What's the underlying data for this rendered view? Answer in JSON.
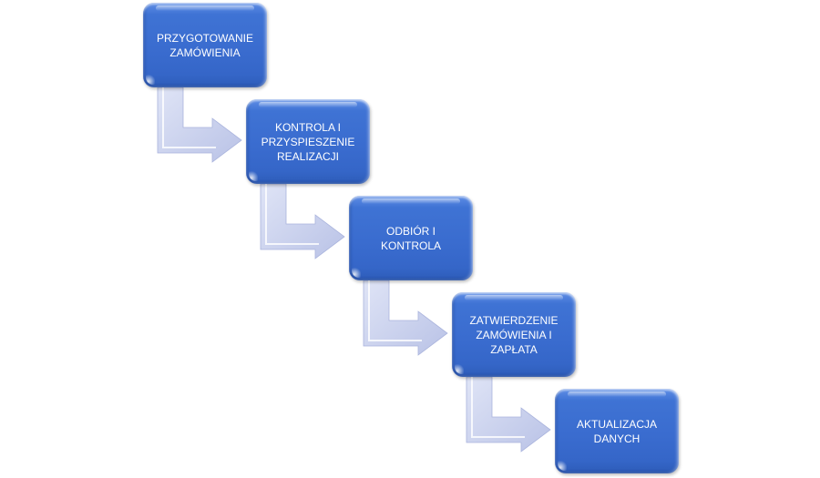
{
  "diagram": {
    "type": "staircase-process-flow",
    "colors": {
      "box": "#3a6ccf",
      "box_text": "#ffffff",
      "arrow": "#c9d0ec"
    },
    "steps": [
      {
        "label": "PRZYGOTOWANIE\nZAMÓWIENIA"
      },
      {
        "label": "KONTROLA I\nPRZYSPIESZENIE\nREALIZACJI"
      },
      {
        "label": "ODBIÓR I\nKONTROLA"
      },
      {
        "label": "ZATWIERDZENIE\nZAMÓWIENIA I\nZAPŁATA"
      },
      {
        "label": "AKTUALIZACJA\nDANYCH"
      }
    ],
    "connectors": [
      {
        "from": 0,
        "to": 1,
        "icon": "bent-arrow-right-icon"
      },
      {
        "from": 1,
        "to": 2,
        "icon": "bent-arrow-right-icon"
      },
      {
        "from": 2,
        "to": 3,
        "icon": "bent-arrow-right-icon"
      },
      {
        "from": 3,
        "to": 4,
        "icon": "bent-arrow-right-icon"
      }
    ]
  }
}
